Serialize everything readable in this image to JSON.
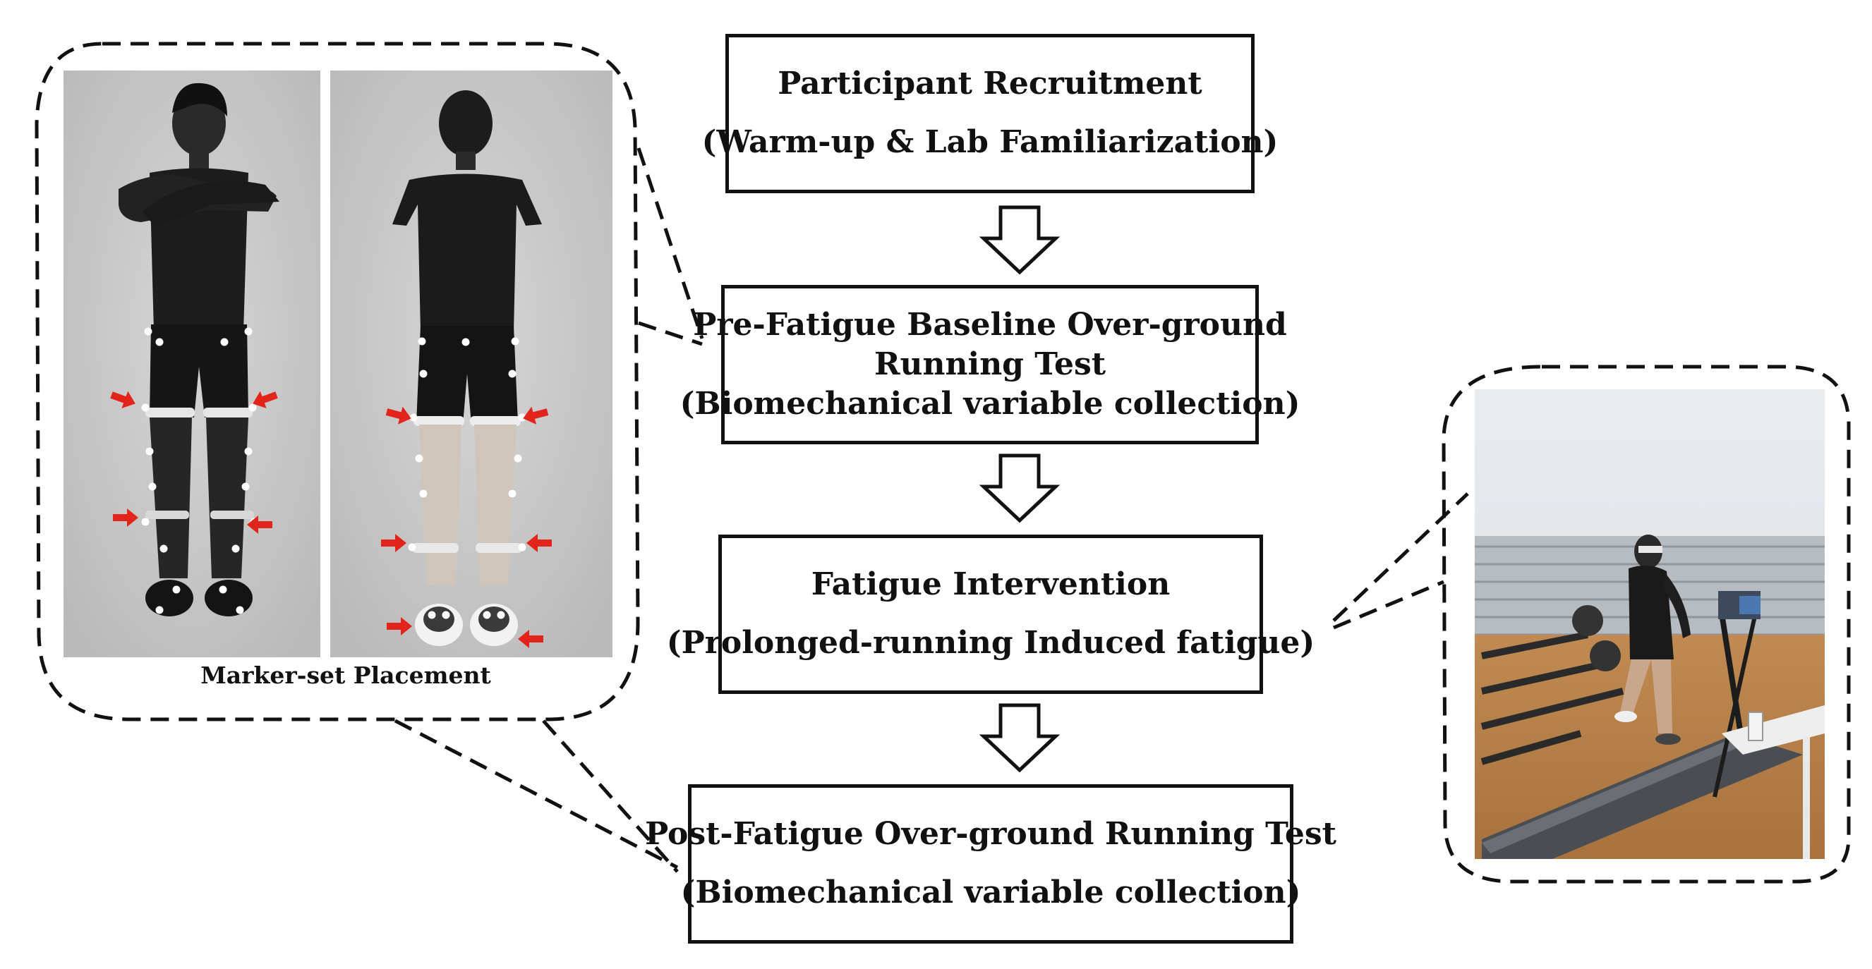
{
  "flow": [
    {
      "id": "recruitment",
      "lines": [
        "Participant Recruitment",
        "(Warm-up & Lab Familiarization)"
      ]
    },
    {
      "id": "pre-test",
      "lines": [
        "Pre-Fatigue Baseline Over-ground",
        "Running Test",
        "(Biomechanical variable collection)"
      ]
    },
    {
      "id": "intervention",
      "lines": [
        "Fatigue Intervention",
        "(Prolonged-running Induced fatigue)"
      ]
    },
    {
      "id": "post-test",
      "lines": [
        "Post-Fatigue Over-ground Running Test",
        "(Biomechanical variable collection)"
      ]
    }
  ],
  "marker_panel": {
    "caption": "Marker-set Placement",
    "views": [
      "front-view-photo",
      "back-view-photo"
    ],
    "marker_arrow_color": "#e3241b"
  },
  "treadmill_panel": {
    "photo": "treadmill-running-photo"
  },
  "colors": {
    "stroke": "#111111",
    "photo_background": "#c9c9c9",
    "arrow_fill": "#ffffff",
    "marker_arrow": "#e3241b"
  }
}
